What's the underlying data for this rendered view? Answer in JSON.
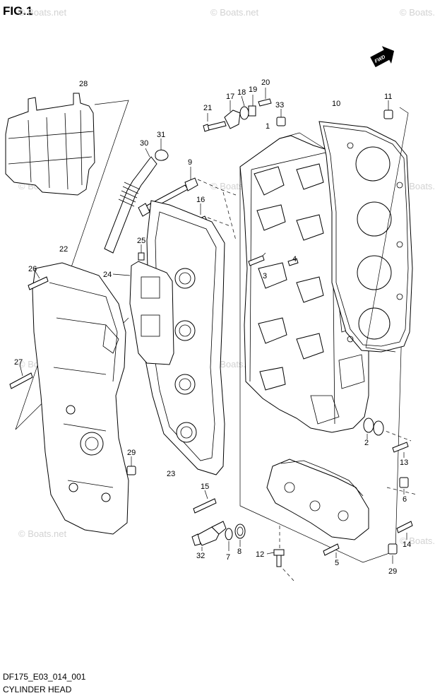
{
  "figure": {
    "title": "FIG.1",
    "model_code": "DF175_E03_014_001",
    "caption": "CYLINDER HEAD",
    "direction_badge": "FWD"
  },
  "watermarks": [
    "© Boats.net",
    "© Boats.net",
    "© Boats.net",
    "© Boats.net",
    "© Boats.net",
    "© Boats.net",
    "© Boats.net",
    "© Boats.net",
    "© Boats.net",
    "© Boats.net"
  ],
  "callouts": [
    {
      "id": "c1",
      "label": "1"
    },
    {
      "id": "c2",
      "label": "2"
    },
    {
      "id": "c3",
      "label": "3"
    },
    {
      "id": "c4",
      "label": "4"
    },
    {
      "id": "c5",
      "label": "5"
    },
    {
      "id": "c6",
      "label": "6"
    },
    {
      "id": "c7",
      "label": "7"
    },
    {
      "id": "c8",
      "label": "8"
    },
    {
      "id": "c9",
      "label": "9"
    },
    {
      "id": "c10",
      "label": "10"
    },
    {
      "id": "c11",
      "label": "11"
    },
    {
      "id": "c12",
      "label": "12"
    },
    {
      "id": "c13",
      "label": "13"
    },
    {
      "id": "c14",
      "label": "14"
    },
    {
      "id": "c15",
      "label": "15"
    },
    {
      "id": "c16",
      "label": "16"
    },
    {
      "id": "c17",
      "label": "17"
    },
    {
      "id": "c18",
      "label": "18"
    },
    {
      "id": "c19",
      "label": "19"
    },
    {
      "id": "c20",
      "label": "20"
    },
    {
      "id": "c21",
      "label": "21"
    },
    {
      "id": "c22",
      "label": "22"
    },
    {
      "id": "c23",
      "label": "23"
    },
    {
      "id": "c24",
      "label": "24"
    },
    {
      "id": "c25",
      "label": "25"
    },
    {
      "id": "c26",
      "label": "26"
    },
    {
      "id": "c27",
      "label": "27"
    },
    {
      "id": "c28",
      "label": "28"
    },
    {
      "id": "c29a",
      "label": "29"
    },
    {
      "id": "c29b",
      "label": "29"
    },
    {
      "id": "c30",
      "label": "30"
    },
    {
      "id": "c31",
      "label": "31"
    },
    {
      "id": "c32",
      "label": "32"
    },
    {
      "id": "c33",
      "label": "33"
    }
  ]
}
